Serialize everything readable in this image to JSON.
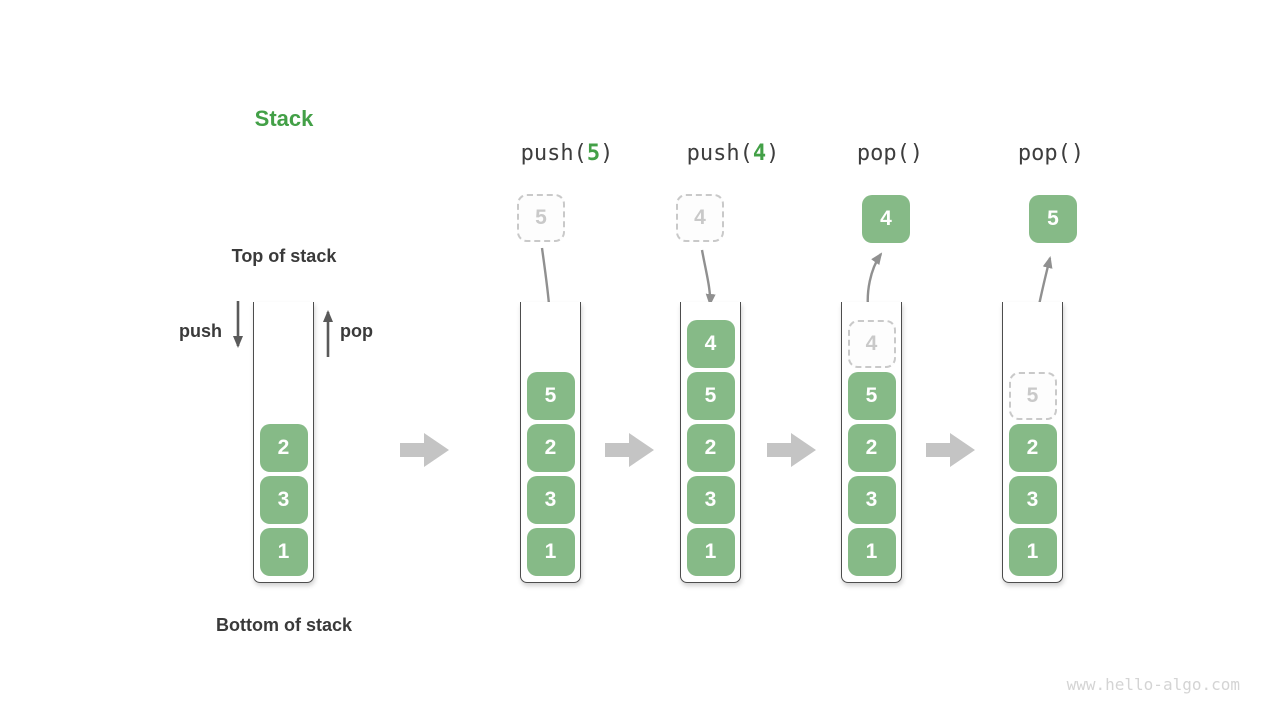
{
  "title": "Stack",
  "labels": {
    "top_of_stack": "Top of stack",
    "bottom_of_stack": "Bottom of stack",
    "push_arrow": "push",
    "pop_arrow": "pop"
  },
  "operations": [
    {
      "call": "push(",
      "arg": "5",
      "close": ")"
    },
    {
      "call": "push(",
      "arg": "4",
      "close": ")"
    },
    {
      "call": "pop(",
      "arg": "",
      "close": ")"
    },
    {
      "call": "pop(",
      "arg": "",
      "close": ")"
    }
  ],
  "floating_cells": [
    {
      "value": "5",
      "style": "ghost-dashed"
    },
    {
      "value": "4",
      "style": "ghost-dashed"
    },
    {
      "value": "4",
      "style": "solid-green"
    },
    {
      "value": "5",
      "style": "solid-green"
    }
  ],
  "stacks": [
    {
      "cells": [
        {
          "value": "2",
          "style": "solid"
        },
        {
          "value": "3",
          "style": "solid"
        },
        {
          "value": "1",
          "style": "solid"
        }
      ]
    },
    {
      "cells": [
        {
          "value": "5",
          "style": "solid"
        },
        {
          "value": "2",
          "style": "solid"
        },
        {
          "value": "3",
          "style": "solid"
        },
        {
          "value": "1",
          "style": "solid"
        }
      ]
    },
    {
      "cells": [
        {
          "value": "4",
          "style": "solid"
        },
        {
          "value": "5",
          "style": "solid"
        },
        {
          "value": "2",
          "style": "solid"
        },
        {
          "value": "3",
          "style": "solid"
        },
        {
          "value": "1",
          "style": "solid"
        }
      ]
    },
    {
      "cells": [
        {
          "value": "4",
          "style": "ghost"
        },
        {
          "value": "5",
          "style": "solid"
        },
        {
          "value": "2",
          "style": "solid"
        },
        {
          "value": "3",
          "style": "solid"
        },
        {
          "value": "1",
          "style": "solid"
        }
      ]
    },
    {
      "cells": [
        {
          "value": "5",
          "style": "ghost"
        },
        {
          "value": "2",
          "style": "solid"
        },
        {
          "value": "3",
          "style": "solid"
        },
        {
          "value": "1",
          "style": "solid"
        }
      ]
    }
  ],
  "watermark": "www.hello-algo.com",
  "colors": {
    "accent_green": "#43a047",
    "cell_green": "#86ba87",
    "dark_text": "#3a3a3a",
    "motion_arrow_gray": "#909090",
    "direction_arrow_gray": "#5a5a5a",
    "step_arrow_gray": "#c4c4c4",
    "ghost_gray": "#c9c9c9",
    "watermark_gray": "#d4d4d4"
  }
}
